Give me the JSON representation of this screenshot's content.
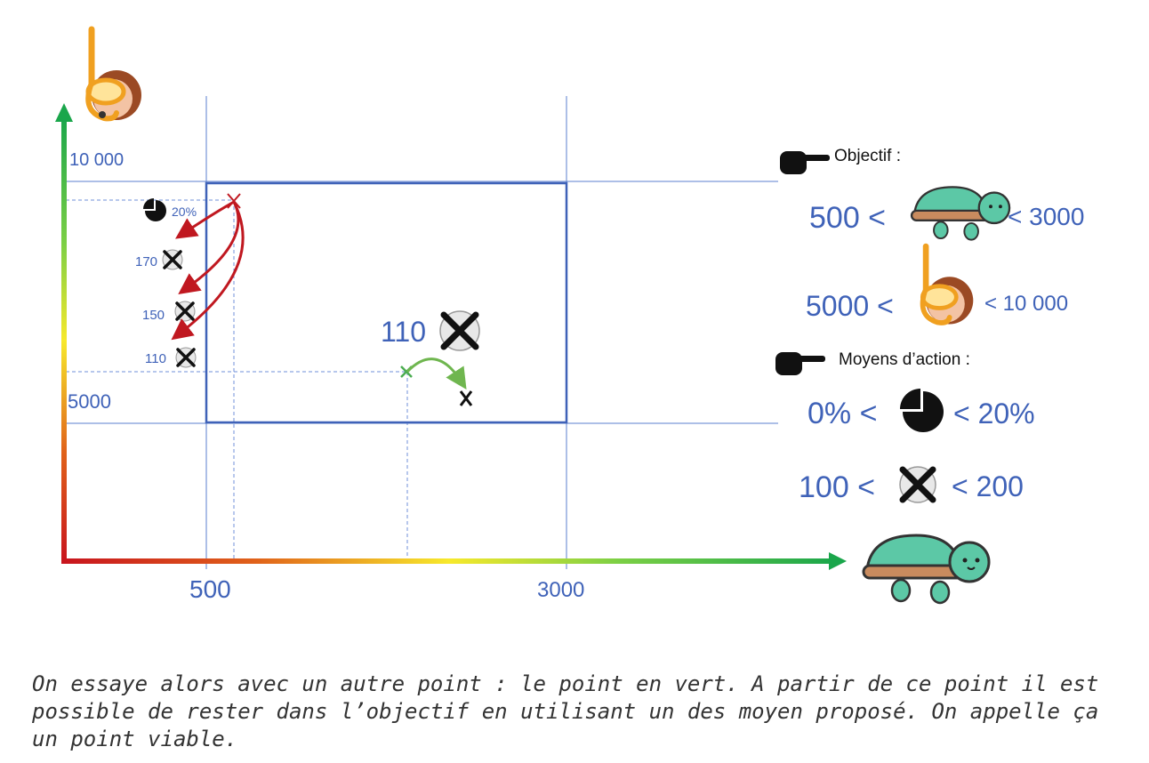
{
  "axes": {
    "y_tick_top": "10 000",
    "y_tick_bottom": "5000",
    "x_tick_left": "500",
    "x_tick_right": "3000",
    "x_axis_icon": "turtle-icon",
    "y_axis_icon": "snorkeler-icon"
  },
  "left_markers": {
    "pie_label": "20%",
    "item_a": "170",
    "item_b": "150",
    "item_c": "110"
  },
  "center_marker": {
    "label": "110"
  },
  "legend": {
    "objective_title": "Objectif :",
    "obj1_left": "500 <",
    "obj1_right": "< 3000",
    "obj2_left": "5000 <",
    "obj2_right": "< 10 000",
    "means_title": "Moyens d’action :",
    "means1_left": "0% <",
    "means1_right": "< 20%",
    "means2_left": "100 <",
    "means2_right": "< 200"
  },
  "colors": {
    "axis_gradient": [
      "#c8141e",
      "#e0621a",
      "#f7e92c",
      "#b7e13a",
      "#1aa64b"
    ],
    "grid": "#5b7fcf",
    "box": "#3f62b8",
    "red_arrows": "#c01820",
    "green_arrow": "#6fb64f",
    "label_blue": "#3f62b8"
  },
  "caption": "On essaye alors avec un autre point : le point en vert. A partir de ce point il est possible de rester dans l’objectif en utilisant un des moyen proposé. On appelle ça un point viable."
}
